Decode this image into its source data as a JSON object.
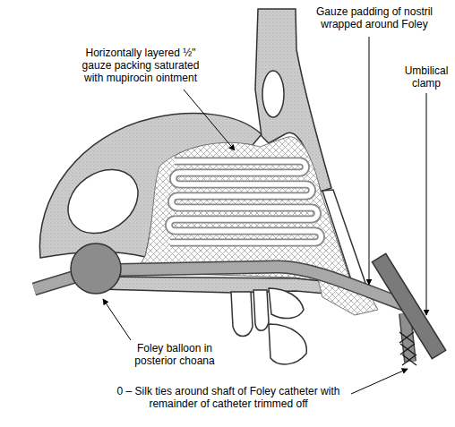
{
  "diagram": {
    "labels": [
      "Horizontally layered ½\" gauze packing saturated with mupirocin ointment",
      "Gauze padding of nostril wrapped around Foley",
      "Umbilical clamp",
      "Foley balloon in posterior choana",
      "0 – Silk ties around shaft of Foley catheter with remainder of catheter trimmed off"
    ]
  }
}
